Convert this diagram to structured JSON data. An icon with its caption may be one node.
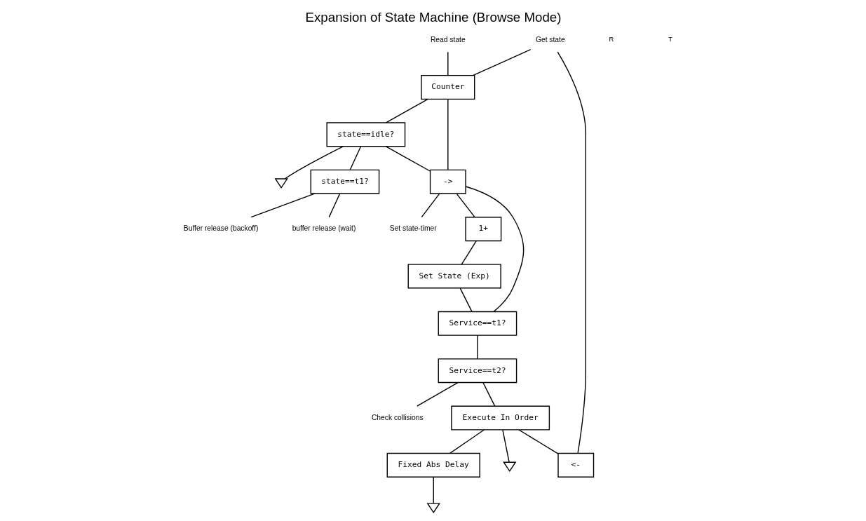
{
  "diagram": {
    "title": "Expansion of State Machine (Browse Mode)",
    "nodes": [
      {
        "text": [
          "Read state"
        ]
      },
      {
        "text": [
          "Get state"
        ]
      },
      {
        "text": [
          "Counter"
        ]
      },
      {
        "text": [
          "state==idle?"
        ]
      },
      {
        "text": [
          "->"
        ]
      },
      {
        "text": [
          "Set state-timer"
        ]
      },
      {
        "text": [
          "1+"
        ]
      },
      {
        "text": [
          "Set State (Exp)"
        ]
      },
      {
        "text": [
          "Service==t1?"
        ]
      },
      {
        "text": [
          "state==t1?"
        ]
      },
      {
        "text": [
          "<-"
        ]
      },
      {
        "text": [
          "Service==t2?"
        ]
      },
      {
        "text": [
          "Check collisions"
        ]
      },
      {
        "text": [
          "buffer release (wait)"
        ]
      },
      {
        "text": [
          "Buffer release (backoff)"
        ]
      },
      {
        "text": [
          "Execute In Order"
        ]
      },
      {
        "text": [
          "Fixed Abs Delay"
        ]
      },
      {
        "text": [],
        "shape": "triangle"
      },
      {
        "text": [],
        "shape": "triangle"
      },
      {
        "text": [],
        "shape": "triangle"
      }
    ],
    "edges": [
      {
        "from": 0,
        "to": 2,
        "arrow": "none"
      },
      {
        "from": 1,
        "to": 2,
        "arrow": "none"
      },
      {
        "from": 1,
        "to": 10,
        "arrow": "none"
      },
      {
        "from": 2,
        "to": 3,
        "arrow": "none"
      },
      {
        "from": 3,
        "to": 4,
        "arrow": "none"
      },
      {
        "from": 4,
        "to": 2,
        "arrow": "none"
      },
      {
        "from": 4,
        "to": 5,
        "arrow": "none"
      },
      {
        "from": 4,
        "to": 6,
        "arrow": "none"
      },
      {
        "from": 4,
        "to": 8,
        "arrow": "none"
      },
      {
        "from": 3,
        "to": 17,
        "arrow": "none"
      },
      {
        "from": 3,
        "to": 9,
        "arrow": "none"
      },
      {
        "from": 9,
        "to": 13,
        "arrow": "none"
      },
      {
        "from": 9,
        "to": 14,
        "arrow": "none"
      },
      {
        "from": 6,
        "to": 7,
        "arrow": "none"
      },
      {
        "from": 7,
        "to": 8,
        "arrow": "none"
      },
      {
        "from": 8,
        "to": 11,
        "arrow": "none"
      },
      {
        "from": 11,
        "to": 12,
        "arrow": "none"
      },
      {
        "from": 11,
        "to": 15,
        "arrow": "none"
      },
      {
        "from": 15,
        "to": 10,
        "arrow": "none"
      },
      {
        "from": 15,
        "to": 18,
        "arrow": "none"
      },
      {
        "from": 15,
        "to": 16,
        "arrow": "none"
      },
      {
        "from": 16,
        "to": 19,
        "arrow": "none"
      }
    ],
    "labels": [
      "R",
      "T"
    ]
  }
}
